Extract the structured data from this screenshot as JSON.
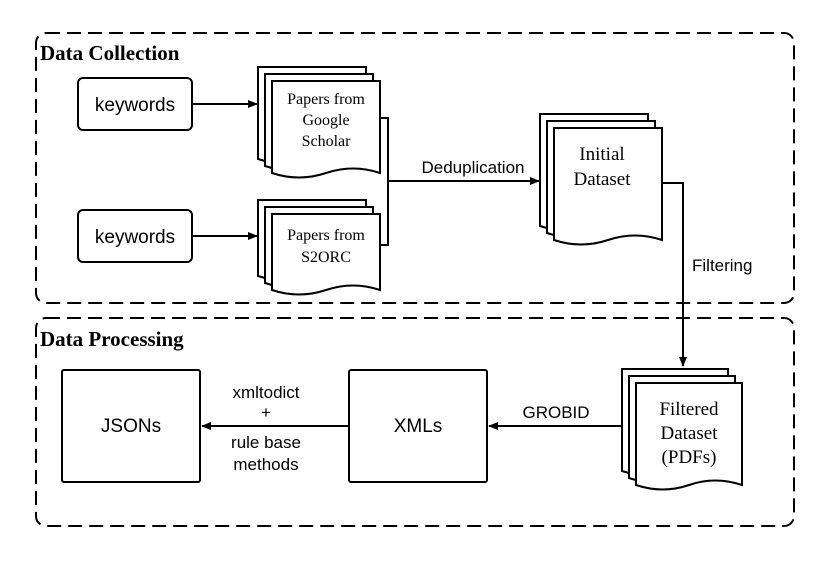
{
  "sections": {
    "collection": {
      "title": "Data Collection"
    },
    "processing": {
      "title": "Data Processing"
    }
  },
  "nodes": {
    "keywords_1": {
      "label": "keywords"
    },
    "keywords_2": {
      "label": "keywords"
    },
    "papers_scholar": {
      "lines": [
        "Papers from",
        "Google",
        "Scholar"
      ]
    },
    "papers_s2orc": {
      "lines": [
        "Papers from",
        "S2ORC"
      ]
    },
    "initial_dataset": {
      "lines": [
        "Initial",
        "Dataset"
      ]
    },
    "filtered_dataset": {
      "lines": [
        "Filtered",
        "Dataset",
        "(PDFs)"
      ]
    },
    "xmls": {
      "label": "XMLs"
    },
    "jsons": {
      "label": "JSONs"
    }
  },
  "edges": {
    "deduplication": {
      "label": "Deduplication"
    },
    "filtering": {
      "label": "Filtering"
    },
    "grobid": {
      "label": "GROBID"
    },
    "xmltodict": {
      "lines": [
        "xmltodict",
        "+",
        "rule base",
        "methods"
      ]
    }
  },
  "colors": {
    "stroke": "#000000",
    "fill": "#ffffff"
  }
}
